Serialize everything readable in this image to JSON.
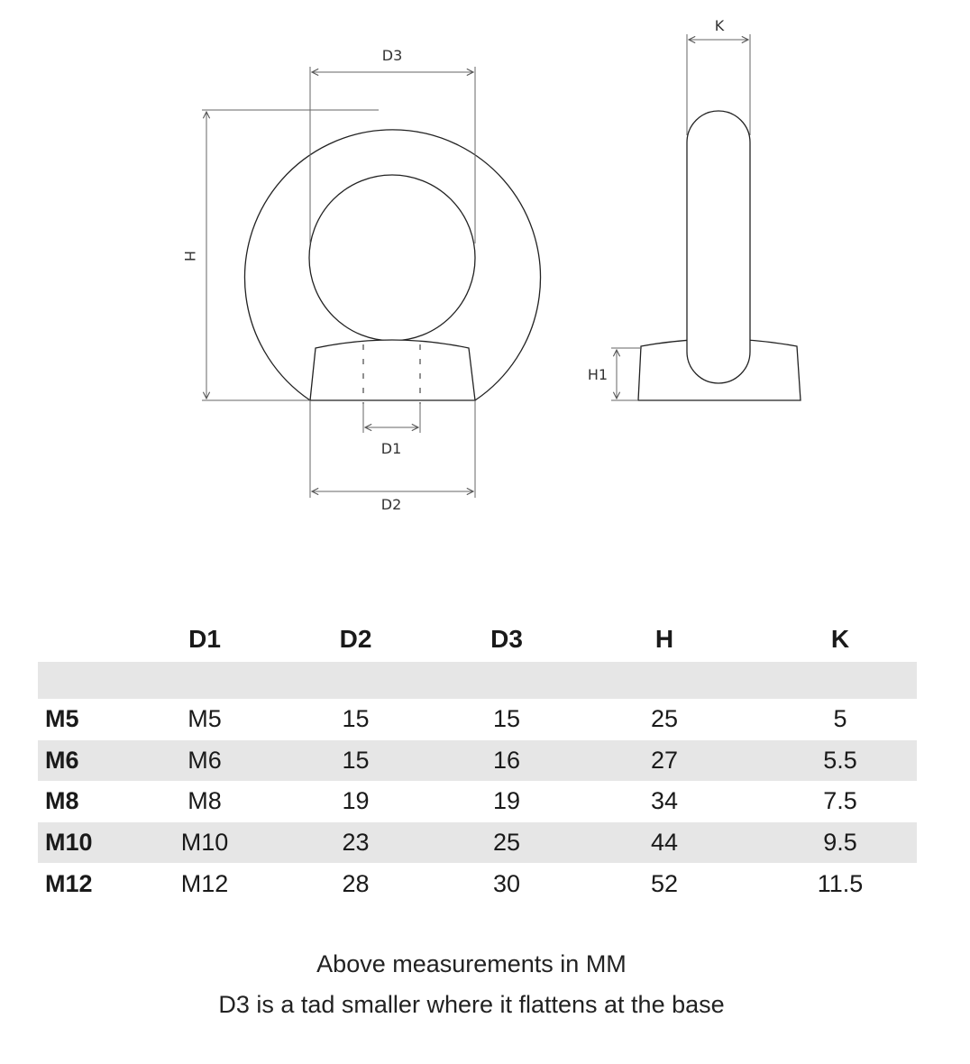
{
  "diagram": {
    "front_view": {
      "labels": {
        "d3": "D3",
        "h": "H",
        "d1": "D1",
        "d2": "D2"
      }
    },
    "side_view": {
      "labels": {
        "k": "K",
        "h1": "H1"
      }
    }
  },
  "table": {
    "headers": [
      "",
      "D1",
      "D2",
      "D3",
      "H",
      "K"
    ],
    "rows": [
      [
        "M5",
        "M5",
        "15",
        "15",
        "25",
        "5"
      ],
      [
        "M6",
        "M6",
        "15",
        "16",
        "27",
        "5.5"
      ],
      [
        "M8",
        "M8",
        "19",
        "19",
        "34",
        "7.5"
      ],
      [
        "M10",
        "M10",
        "23",
        "25",
        "44",
        "9.5"
      ],
      [
        "M12",
        "M12",
        "28",
        "30",
        "52",
        "11.5"
      ]
    ]
  },
  "notes": {
    "units": "Above measurements in MM",
    "d3_note": "D3 is a tad smaller where it flattens at the base"
  }
}
